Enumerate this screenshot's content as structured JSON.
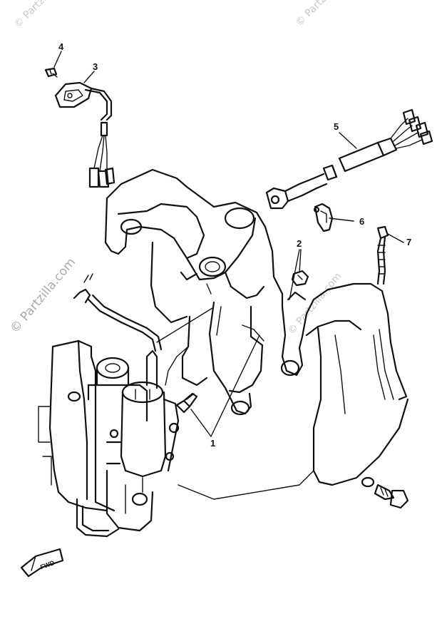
{
  "watermarks": {
    "top_left": "© Partzilla",
    "top_right": "© Partzilla",
    "side_left": "© Partzilla.com",
    "side_center": "© Partzilla.com"
  },
  "callouts": [
    "1",
    "2",
    "3",
    "4",
    "5",
    "6",
    "7"
  ],
  "direction_label": "FWD",
  "colors": {
    "ink": "#111111",
    "watermark": "#bdbdbd",
    "background": "#ffffff"
  }
}
